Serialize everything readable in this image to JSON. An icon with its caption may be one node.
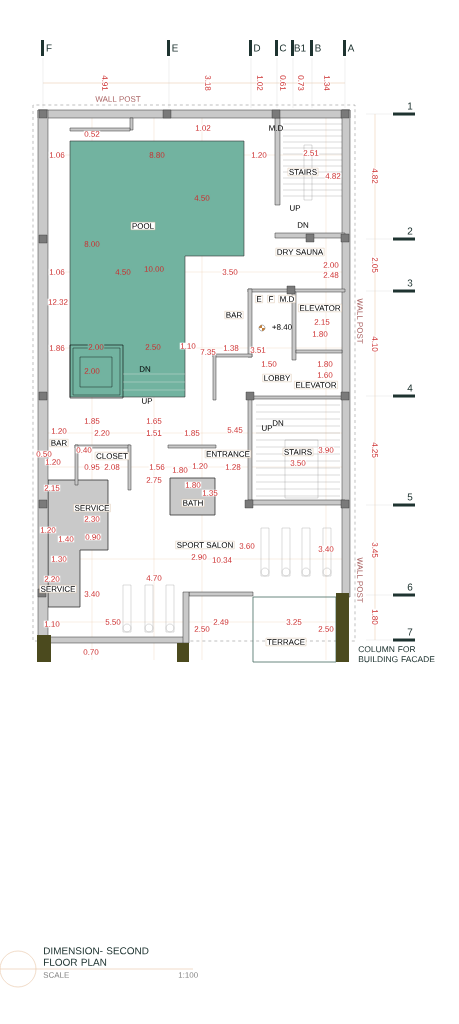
{
  "diagram": {
    "title": "DIMENSION- SECOND FLOOR PLAN",
    "nodes": [
      {
        "text": [
          "POOL"
        ]
      },
      {
        "text": [
          "STAIRS"
        ]
      },
      {
        "text": [
          "DRY SAUNA"
        ]
      },
      {
        "text": [
          "E"
        ]
      },
      {
        "text": [
          "F"
        ]
      },
      {
        "text": [
          "M.D"
        ]
      },
      {
        "text": [
          "ELEVATOR"
        ]
      },
      {
        "text": [
          "BAR"
        ]
      },
      {
        "text": [
          "LOBBY"
        ]
      },
      {
        "text": [
          "ELEVATOR"
        ]
      },
      {
        "text": [
          "BAR"
        ]
      },
      {
        "text": [
          "STAIRS"
        ]
      },
      {
        "text": [
          "ENTRANCE"
        ]
      },
      {
        "text": [
          "CLOSET"
        ]
      },
      {
        "text": [
          "BATH"
        ]
      },
      {
        "text": [
          "SERVICE"
        ]
      },
      {
        "text": [
          "SPORT SALON"
        ]
      },
      {
        "text": [
          "SERVICE"
        ]
      },
      {
        "text": [
          "TERRACE"
        ]
      }
    ],
    "labels": [
      "F",
      "E",
      "D",
      "C",
      "B1",
      "B",
      "A",
      "4.91",
      "3.18",
      "1.02",
      "0.61",
      "0.73",
      "1.34",
      "WALL POST",
      "1",
      "0.52",
      "1.02",
      "M.D",
      "1.06",
      "8.80",
      "1.20",
      "2.51",
      "4.82",
      "4.82",
      "4.50",
      "UP",
      "DN",
      "2",
      "8.00",
      "2.00",
      "2.05",
      "1.06",
      "4.50",
      "10.00",
      "3.50",
      "2.48",
      "3",
      "12.32",
      "+8.40",
      "2.15",
      "WALL POST",
      "1.80",
      "4.10",
      "1.86",
      "2.00",
      "2.50",
      "1.10",
      "7.35",
      "1.38",
      "3.51",
      "DN",
      "1.50",
      "1.80",
      "2.00",
      "1.60",
      "4",
      "UP",
      "1.85",
      "1.65",
      "DN",
      "1.20",
      "2.20",
      "1.51",
      "1.85",
      "5.45",
      "UP",
      "0.50",
      "0.40",
      "3.90",
      "4.25",
      "1.20",
      "1.20",
      "3.50",
      "0.95",
      "2.08",
      "1.56",
      "1.80",
      "1.28",
      "2.15",
      "2.75",
      "1.80",
      "1.35",
      "5",
      "2.30",
      "1.20",
      "1.40",
      "0.90",
      "3.60",
      "3.40",
      "3.45",
      "1.30",
      "2.90",
      "10.34",
      "2.20",
      "4.70",
      "WALL POST",
      "6",
      "3.40",
      "1.80",
      "1.10",
      "5.50",
      "2.49",
      "3.25",
      "2.50",
      "2.50",
      "7",
      "0.70",
      "COLUMN FOR BUILDING FACADE",
      "SCALE",
      "1:100"
    ]
  }
}
